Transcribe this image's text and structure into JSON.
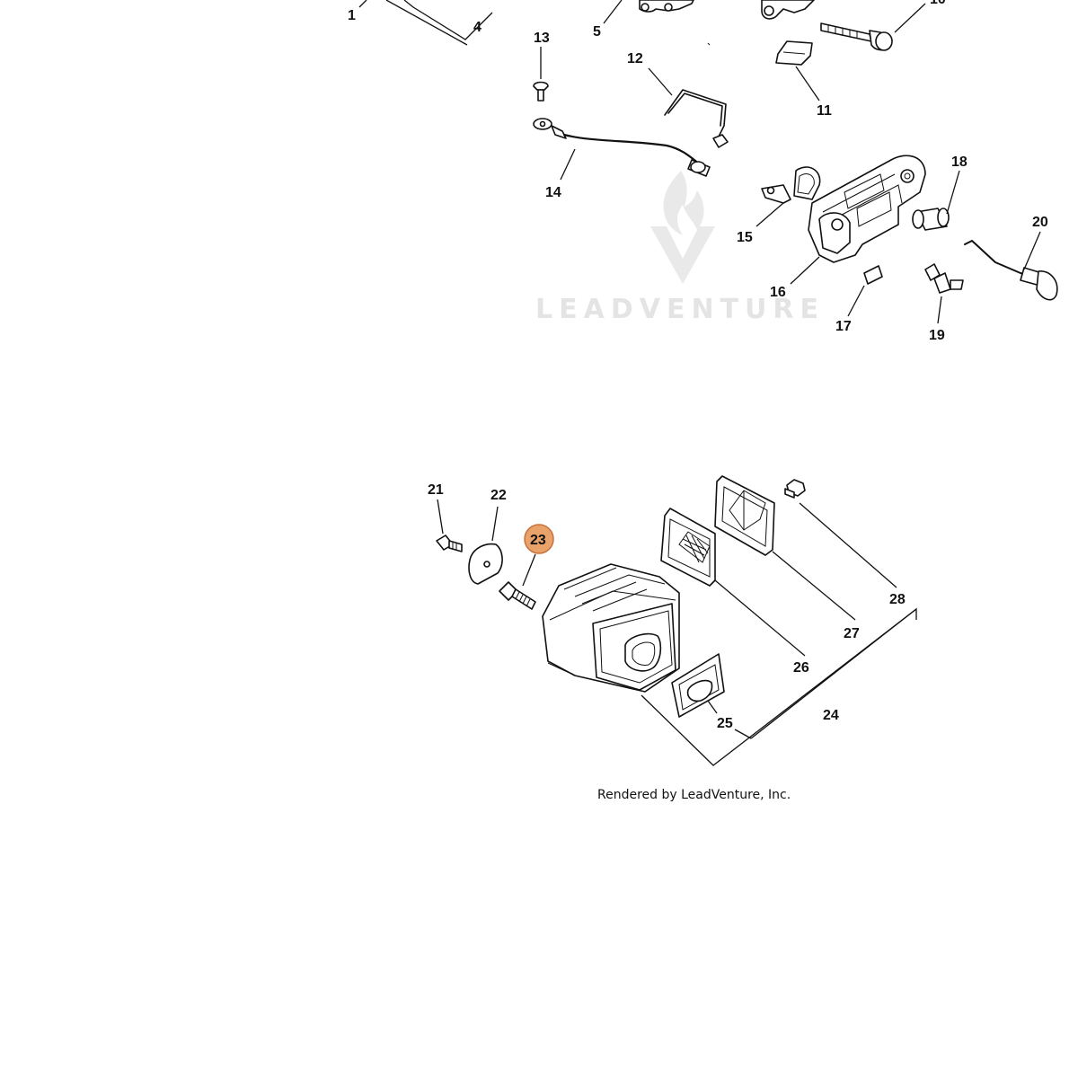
{
  "diagram": {
    "labels": [
      "1",
      "4",
      "5",
      "10",
      "11",
      "12",
      "13",
      "14",
      "15",
      "16",
      "17",
      "18",
      "19",
      "20",
      "21",
      "22",
      "23",
      "24",
      "25",
      "26",
      "27",
      "28"
    ],
    "highlighted_label": "23",
    "highlight_color": "#e8a26a",
    "highlight_stroke": "#c8733a",
    "watermark_text": "LEADVENTURE",
    "watermark_color": "#e4e4e4",
    "footer_text": "Rendered by LeadVenture, Inc."
  }
}
